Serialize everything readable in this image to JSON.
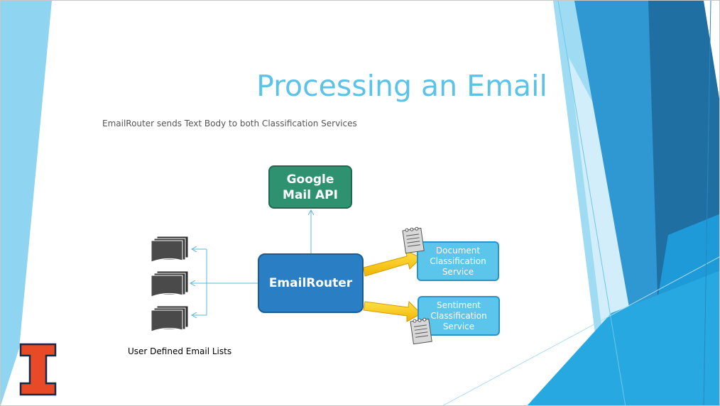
{
  "slide": {
    "title": "Processing an Email",
    "subtitle": "EmailRouter sends Text Body to both Classification Services"
  },
  "diagram": {
    "google_mail_api": "Google\nMail API",
    "email_router": "EmailRouter",
    "document_service": "Document\nClassification\nService",
    "sentiment_service": "Sentiment\nClassification\nService",
    "email_lists_label": "User Defined Email Lists"
  },
  "colors": {
    "title": "#5bc3e8",
    "google_box": "#2e9270",
    "router_box": "#2a7fc4",
    "service_box": "#5bc5ec",
    "arrow_yellow": "#f5c400",
    "logo_orange": "#e84a27",
    "logo_navy": "#13294b"
  },
  "icons": [
    "email-list-stack-icon",
    "document-icon",
    "illinois-block-i-logo"
  ]
}
